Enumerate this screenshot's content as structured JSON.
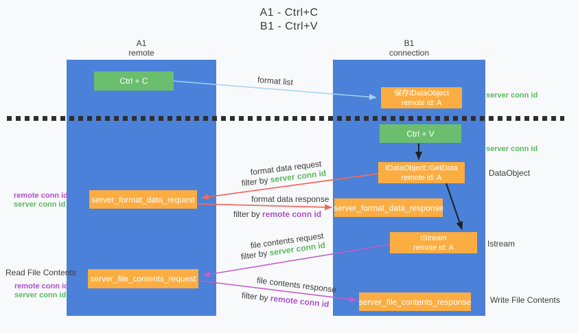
{
  "title": {
    "line1": "A1 - Ctrl+C",
    "line2": "B1 - Ctrl+V"
  },
  "lifelines": {
    "left": {
      "name": "A1",
      "role": "remote"
    },
    "right": {
      "name": "B1",
      "role": "connection"
    }
  },
  "boxes": {
    "ctrl_c": "Ctrl + C",
    "save_idataobject": {
      "line1": "保存IDataObject",
      "line2": "remote id: A"
    },
    "ctrl_v": "Ctrl + V",
    "getdata": {
      "line1": "IDataObject::GetData",
      "line2": "remote id: A"
    },
    "format_request": "server_format_data_request",
    "format_response": "server_format_data_response",
    "istream": {
      "line1": "IStream",
      "line2": "remote id: A"
    },
    "file_request": "server_file_contents_request",
    "file_response": "server_file_contents_response"
  },
  "flow_labels": {
    "format_list": "format list",
    "format_data_request": "format data request",
    "format_data_response": "format data response",
    "file_contents_request": "file contents request",
    "file_contents_response": "file contents response",
    "filter_by": "filter by",
    "server_conn_id": "server conn id",
    "remote_conn_id": "remote conn id"
  },
  "side_labels": {
    "server_conn_id_top": "server conn id",
    "server_conn_id_mid": "server conn id",
    "dataobject": "DataObject",
    "istream": "Istream",
    "write_file_contents": "Write File Contents",
    "read_file_contents": "Read File Contents",
    "remote_conn_id_1": "remote conn id",
    "server_conn_id_1": "server conn id",
    "remote_conn_id_2": "remote conn id",
    "server_conn_id_2": "server conn id"
  },
  "colors": {
    "lifeline_blue": "#4b81d8",
    "box_green": "#6cbe6f",
    "box_orange": "#fbad42",
    "text_green": "#5cb860",
    "text_purple": "#af50cb",
    "arrow_red": "#ee6b61",
    "arrow_magenta": "#c45fc9",
    "arrow_light_blue": "#a5d2f0",
    "arrow_black": "#1f1f1f"
  }
}
